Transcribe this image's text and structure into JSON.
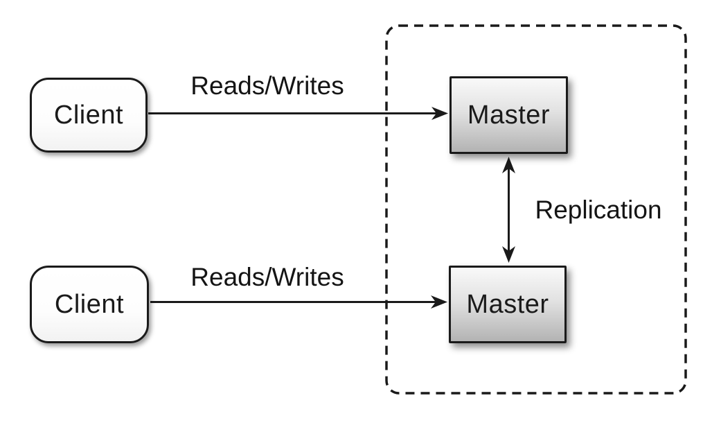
{
  "diagram": {
    "type": "architecture-diagram",
    "background": "#ffffff",
    "stroke_color": "#1a1a1a",
    "nodes": [
      {
        "id": "client-top",
        "label": "Client",
        "shape": "rounded-rectangle",
        "fill": "#ffffff"
      },
      {
        "id": "client-bottom",
        "label": "Client",
        "shape": "rounded-rectangle",
        "fill": "#ffffff"
      },
      {
        "id": "master-top",
        "label": "Master",
        "shape": "rectangle",
        "fill_top": "#f9f9f9",
        "fill_bottom": "#b3b3b3"
      },
      {
        "id": "master-bottom",
        "label": "Master",
        "shape": "rectangle",
        "fill_top": "#f9f9f9",
        "fill_bottom": "#b3b3b3"
      }
    ],
    "edges": [
      {
        "id": "reads-writes-top",
        "label": "Reads/Writes",
        "from": "client-top",
        "to": "master-top",
        "arrow": "single"
      },
      {
        "id": "reads-writes-bottom",
        "label": "Reads/Writes",
        "from": "client-bottom",
        "to": "master-bottom",
        "arrow": "single"
      },
      {
        "id": "replication",
        "label": "Replication",
        "from": "master-top",
        "to": "master-bottom",
        "arrow": "double"
      }
    ],
    "container": {
      "id": "master-group",
      "style": "dashed-rounded-rectangle",
      "encloses": [
        "master-top",
        "master-bottom"
      ]
    }
  }
}
